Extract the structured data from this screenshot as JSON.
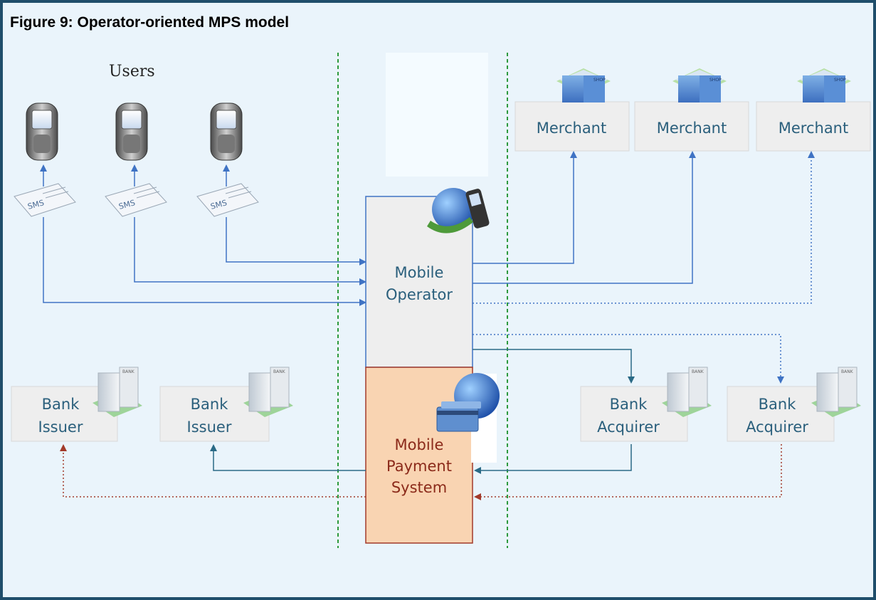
{
  "figure": {
    "title": "Figure 9: Operator-oriented MPS model"
  },
  "users": {
    "label": "Users",
    "sms_label": "SMS"
  },
  "operator": {
    "line1": "Mobile",
    "line2": "Operator"
  },
  "mps": {
    "line1": "Mobile",
    "line2": "Payment",
    "line3": "System"
  },
  "merchants": [
    {
      "label": "Merchant",
      "building_sign": "SHOP"
    },
    {
      "label": "Merchant",
      "building_sign": "SHOP"
    },
    {
      "label": "Merchant",
      "building_sign": "SHOP"
    }
  ],
  "issuers": [
    {
      "line1": "Bank",
      "line2": "Issuer"
    },
    {
      "line1": "Bank",
      "line2": "Issuer"
    }
  ],
  "acquirers": [
    {
      "line1": "Bank",
      "line2": "Acquirer"
    },
    {
      "line1": "Bank",
      "line2": "Acquirer"
    }
  ],
  "bank_sign": "BANK",
  "colors": {
    "frame": "#1f4e6b",
    "background": "#eaf4fb",
    "blue_line": "#3f73c4",
    "teal_line": "#2a6a86",
    "red_dotted": "#a23a2a",
    "green_dashed": "#2e9a3e",
    "mps_fill": "#f9d4b2",
    "box_fill": "#eeeeee"
  }
}
